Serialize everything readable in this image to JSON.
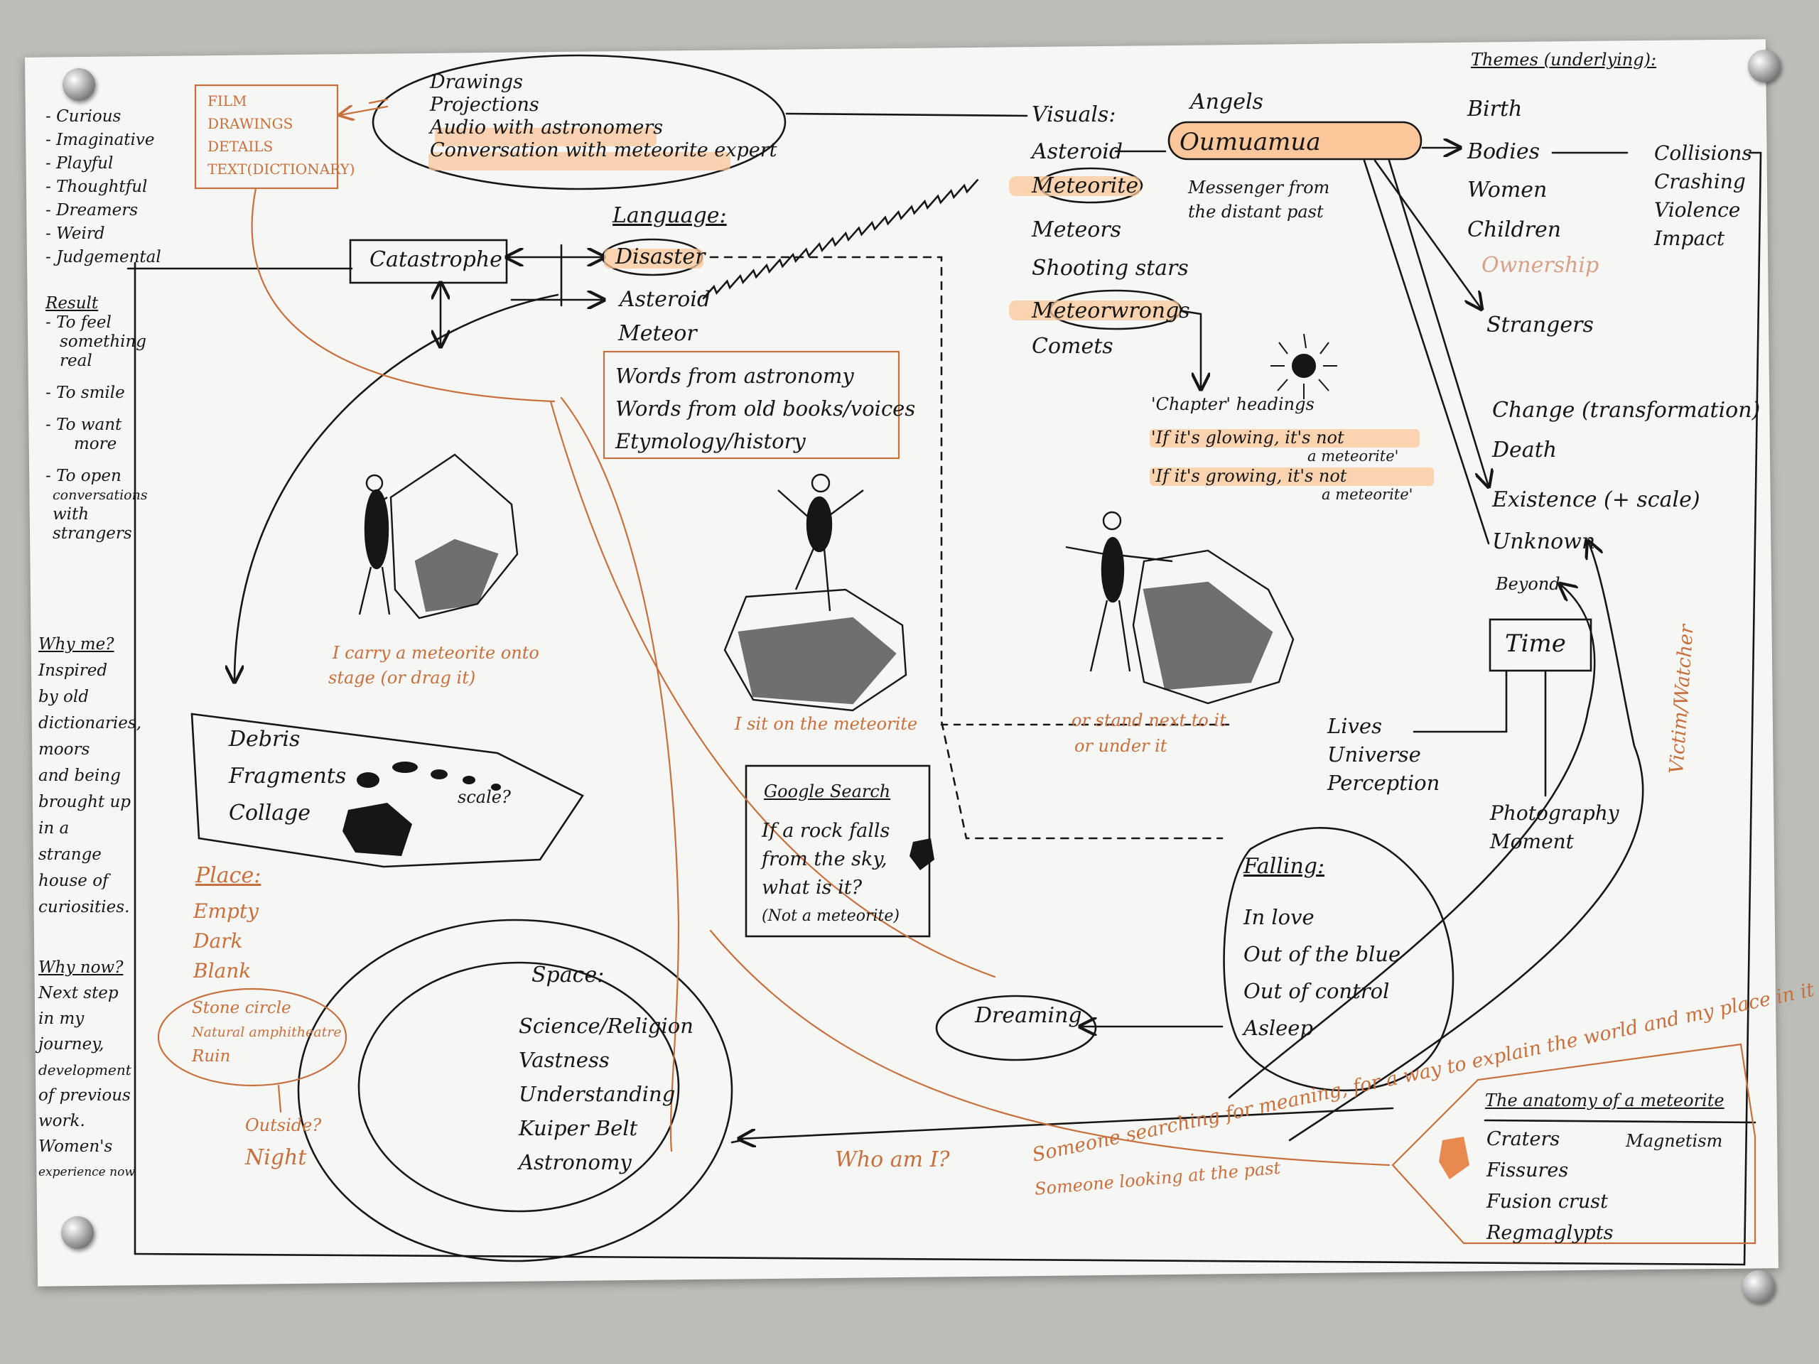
{
  "film_box": [
    "FILM",
    "DRAWINGS",
    "DETAILS",
    "TEXT(DICTIONARY)"
  ],
  "media_oval": [
    "Drawings",
    "Projections",
    "Audio with astronomers",
    "Conversation with meteorite expert"
  ],
  "audience_traits": [
    "- Curious",
    "- Imaginative",
    "- Playful",
    "- Thoughtful",
    "- Dreamers",
    "- Weird",
    "- Judgemental"
  ],
  "result": {
    "heading": "Result",
    "items": [
      "- To feel",
      "something",
      "real",
      "- To smile",
      "- To want",
      "more",
      "- To open",
      "conversations",
      "with",
      "strangers"
    ]
  },
  "why_me": {
    "heading": "Why me?",
    "lines": [
      "Inspired",
      "by old",
      "dictionaries,",
      "moors",
      "and being",
      "brought up",
      "in a",
      "strange",
      "house of",
      "curiosities."
    ]
  },
  "why_now": {
    "heading": "Why now?",
    "lines": [
      "Next step",
      "in my",
      "journey,",
      "development",
      "of previous",
      "work.",
      "Women's",
      "experience now"
    ]
  },
  "catastrophe": "Catastrophe",
  "language": {
    "heading": "Language:",
    "items": [
      "Disaster",
      "Asteroid",
      "Meteor"
    ],
    "words_box": [
      "Words from astronomy",
      "Words from old books/voices",
      "Etymology/history"
    ]
  },
  "visuals": {
    "heading": "Visuals:",
    "items": [
      "Asteroid",
      "Meteorite",
      "Meteors",
      "Shooting stars",
      "Meteorwrongs",
      "Comets"
    ]
  },
  "angels": "Angels",
  "oumuamua": "Oumuamua",
  "messenger": [
    "Messenger from",
    "the distant past"
  ],
  "chapter": {
    "heading": "'Chapter' headings",
    "lines": [
      "'If it's glowing, it's not",
      "a meteorite'",
      "'If it's growing, it's not",
      "a meteorite'"
    ]
  },
  "themes": {
    "heading": "Themes (underlying):",
    "items": [
      "Birth",
      "Bodies",
      "Women",
      "Children",
      "Ownership",
      "Strangers",
      "Change (transformation)",
      "Death",
      "Existence (+ scale)",
      "Unknown",
      "Beyond"
    ]
  },
  "collisions": [
    "Collisions",
    "Crashing",
    "Violence",
    "Impact"
  ],
  "time": {
    "label": "Time",
    "items": [
      "Lives",
      "Universe",
      "Perception"
    ],
    "photography": [
      "Photography",
      "Moment"
    ]
  },
  "captions": {
    "carry": [
      "I carry a meteorite onto",
      "stage (or drag it)"
    ],
    "sit": "I sit on the meteorite",
    "stand": [
      "or stand next to it",
      "or under it"
    ]
  },
  "debris": {
    "items": [
      "Debris",
      "Fragments",
      "Collage"
    ],
    "scale": "scale?"
  },
  "place": {
    "heading": "Place:",
    "items": [
      "Empty",
      "Dark",
      "Blank"
    ],
    "stone": [
      "Stone circle",
      "Natural amphitheatre",
      "Ruin"
    ],
    "outside": [
      "Outside?",
      "Night"
    ]
  },
  "google": {
    "heading": "Google Search",
    "lines": [
      "If a rock falls",
      "from the sky,",
      "what is it?",
      "(Not a meteorite)"
    ]
  },
  "space": {
    "heading": "Space:",
    "items": [
      "Science/Religion",
      "Vastness",
      "Understanding",
      "Kuiper Belt",
      "Astronomy"
    ]
  },
  "falling": {
    "heading": "Falling:",
    "items": [
      "In love",
      "Out of the blue",
      "Out of control",
      "Asleep"
    ]
  },
  "dreaming": "Dreaming",
  "bottom": {
    "who": "Who am I?",
    "search1": "Someone searching for meaning, for a way to explain the world and my place in it",
    "search2": "Someone looking at the past",
    "victim": "Victim/Watcher"
  },
  "anatomy": {
    "heading": "The anatomy of a meteorite",
    "items": [
      "Craters",
      "Fissures",
      "Fusion crust",
      "Regmaglypts"
    ],
    "magnetism": "Magnetism"
  },
  "colors": {
    "ink": "#161616",
    "orange": "#c7703d",
    "highlight": "#ffb478",
    "paper": "#f6f6f4",
    "wall": "#bdbdb8"
  }
}
